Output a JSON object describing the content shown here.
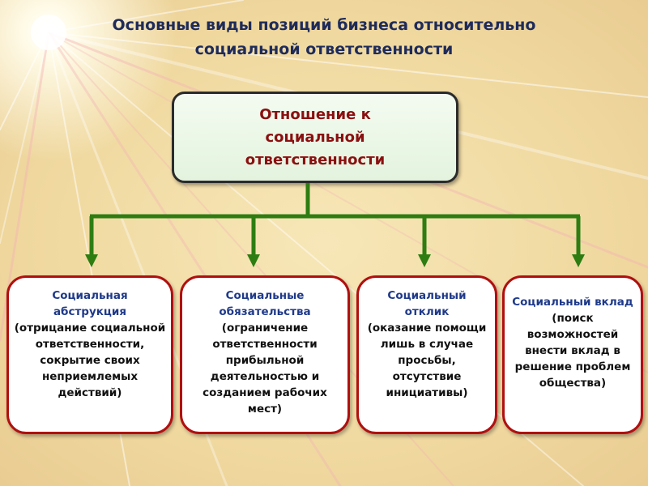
{
  "title": {
    "line1": "Основные виды позиций бизнеса относительно",
    "line2": "социальной ответственности"
  },
  "root": {
    "label": "Отношение к социальной ответственности"
  },
  "positions": [
    {
      "head": "Социальная абструкция",
      "body": "(отрицание социальной ответственности, сокрытие своих неприемлемых действий)"
    },
    {
      "head": "Социальные обязательства",
      "body": "(ограничение ответственности прибыльной деятельностью и созданием рабочих мест)"
    },
    {
      "head": "Социальный отклик",
      "body": "(оказание помощи лишь в случае просьбы, отсутствие инициативы)"
    },
    {
      "head": "Социальный вклад",
      "body": "(поиск возможностей внести вклад в решение проблем общества)"
    }
  ],
  "colors": {
    "title": "#1e2b5a",
    "root_text": "#8a1010",
    "card_head": "#1f3a8a",
    "card_border": "#b01010",
    "connector": "#2e7d12"
  }
}
